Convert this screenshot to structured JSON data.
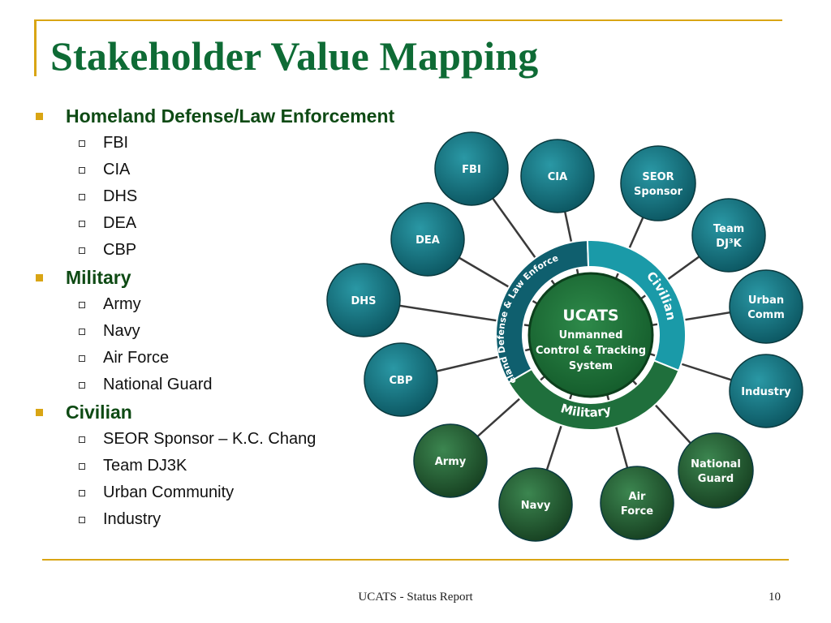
{
  "slide": {
    "title": "Stakeholder Value Mapping",
    "footer": "UCATS - Status Report",
    "page_number": "10"
  },
  "outline": [
    {
      "label": "Homeland Defense/Law Enforcement",
      "items": [
        "FBI",
        "CIA",
        "DHS",
        "DEA",
        "CBP"
      ]
    },
    {
      "label": "Military",
      "items": [
        "Army",
        "Navy",
        "Air Force",
        "National Guard"
      ]
    },
    {
      "label": "Civilian",
      "items": [
        "SEOR Sponsor – K.C. Chang",
        "Team DJ3K",
        "Urban Community",
        "Industry"
      ]
    }
  ],
  "diagram": {
    "center": {
      "title": "UCATS",
      "lines": [
        "Unmanned",
        "Control & Tracking",
        "System"
      ]
    },
    "ring": {
      "homeland": "Homeland Defense & Law Enforcement",
      "civilian": "Civilian",
      "military": "Military"
    },
    "colors": {
      "homeland": "#0f5f6e",
      "civilian": "#1a9aa8",
      "military": "#1f6f3c",
      "node_teal": "#0f6d7a",
      "node_green": "#1d5e2e"
    },
    "nodes": [
      {
        "id": "fbi",
        "label": "FBI",
        "group": "homeland"
      },
      {
        "id": "cia",
        "label": "CIA",
        "group": "homeland"
      },
      {
        "id": "seor",
        "label": "SEOR Sponsor",
        "group": "civilian"
      },
      {
        "id": "team",
        "label": "Team DJ³K",
        "group": "civilian"
      },
      {
        "id": "urban",
        "label": "Urban Comm",
        "group": "civilian"
      },
      {
        "id": "industry",
        "label": "Industry",
        "group": "civilian"
      },
      {
        "id": "natguard",
        "label": "National Guard",
        "group": "military"
      },
      {
        "id": "airforce",
        "label": "Air Force",
        "group": "military"
      },
      {
        "id": "navy",
        "label": "Navy",
        "group": "military"
      },
      {
        "id": "army",
        "label": "Army",
        "group": "military"
      },
      {
        "id": "cbp",
        "label": "CBP",
        "group": "homeland"
      },
      {
        "id": "dhs",
        "label": "DHS",
        "group": "homeland"
      },
      {
        "id": "dea",
        "label": "DEA",
        "group": "homeland"
      }
    ]
  }
}
